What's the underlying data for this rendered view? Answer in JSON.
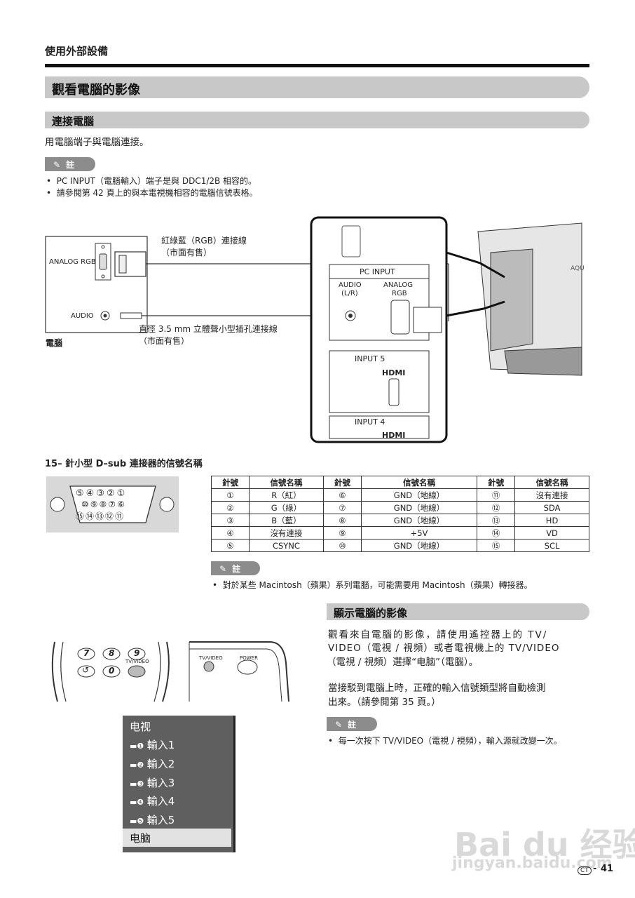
{
  "header": {
    "section": "使用外部設備"
  },
  "banners": {
    "main": "觀看電腦的影像",
    "connect": "連接電腦",
    "display": "顯示電腦的影像"
  },
  "intro": "用電腦端子與電腦連接。",
  "note_label": "註",
  "notes_top": [
    "PC INPUT（電腦輸入）端子是與 DDC1/2B 相容的。",
    "請參閱第 42 頁上的與本電視機相容的電腦信號表格。"
  ],
  "diagram": {
    "analog_rgb": "ANALOG RGB",
    "audio": "AUDIO",
    "computer": "電腦",
    "rgb_cable_line1": "紅綠藍（RGB）連接線",
    "rgb_cable_line2": "（市面有售）",
    "audio_cable_line1": "直徑 3.5 mm 立體聲小型插孔連接線",
    "audio_cable_line2": "（市面有售）",
    "pc_input": "PC INPUT",
    "audio_lr_1": "AUDIO",
    "audio_lr_2": "(L/R)",
    "analog_1": "ANALOG",
    "analog_2": "RGB",
    "input5": "INPUT 5",
    "input4": "INPUT 4",
    "hdmi": "HDMI",
    "aquos": "AQU"
  },
  "pin_heading": "15– 針小型 D–sub 連接器的信號名稱",
  "connector_pins": {
    "row1": [
      "⑤",
      "④",
      "③",
      "②",
      "①"
    ],
    "row2": [
      "⑩",
      "⑨",
      "⑧",
      "⑦",
      "⑥"
    ],
    "row3": [
      "⑮",
      "⑭",
      "⑬",
      "⑫",
      "⑪"
    ]
  },
  "table": {
    "headers": [
      "針號",
      "信號名稱",
      "針號",
      "信號名稱",
      "針號",
      "信號名稱"
    ],
    "rows": [
      [
        "①",
        "R（紅）",
        "⑥",
        "GND（地線）",
        "⑪",
        "沒有連接"
      ],
      [
        "②",
        "G（綠）",
        "⑦",
        "GND（地線）",
        "⑫",
        "SDA"
      ],
      [
        "③",
        "B（藍）",
        "⑧",
        "GND（地線）",
        "⑬",
        "HD"
      ],
      [
        "④",
        "沒有連接",
        "⑨",
        "+5V",
        "⑭",
        "VD"
      ],
      [
        "⑤",
        "CSYNC",
        "⑩",
        "GND（地線）",
        "⑮",
        "SCL"
      ]
    ]
  },
  "note_mid": "對於某些 Macintosh（蘋果）系列電腦，可能需要用 Macintosh（蘋果）轉接器。",
  "display_text": {
    "line1": "觀看來自電腦的影像，請使用遙控器上的 TV/",
    "line2": "VIDEO（電視 / 視頻）或者電視機上的 TV/VIDEO",
    "line3": "（電視 / 視頻）選擇“电脑”（電腦）。",
    "line4": "當接駁到電腦上時，正確的輸入信號類型將自動檢測",
    "line5": "出來。（請參閱第 35 頁。）"
  },
  "note_bottom": "每一次按下 TV/VIDEO（電視 / 視頻），輸入源就改變一次。",
  "remote": {
    "k7": "7",
    "k8": "8",
    "k9": "9",
    "k0": "0",
    "tv_video": "TV/VIDEO",
    "power": "POWER",
    "panel_tv_video": "TV/VIDEO"
  },
  "menu": {
    "title": "电视",
    "items": [
      {
        "badge": "1",
        "label": "輸入1"
      },
      {
        "badge": "2",
        "label": "輸入2"
      },
      {
        "badge": "3",
        "label": "輸入3"
      },
      {
        "badge": "4",
        "label": "輸入4"
      },
      {
        "badge": "5",
        "label": "輸入5"
      }
    ],
    "selected": "电脑"
  },
  "footer": {
    "region": "CT",
    "page": "41"
  },
  "watermark": {
    "line1": "Bai du 经验",
    "line2": "jingyan.baidu.com"
  }
}
